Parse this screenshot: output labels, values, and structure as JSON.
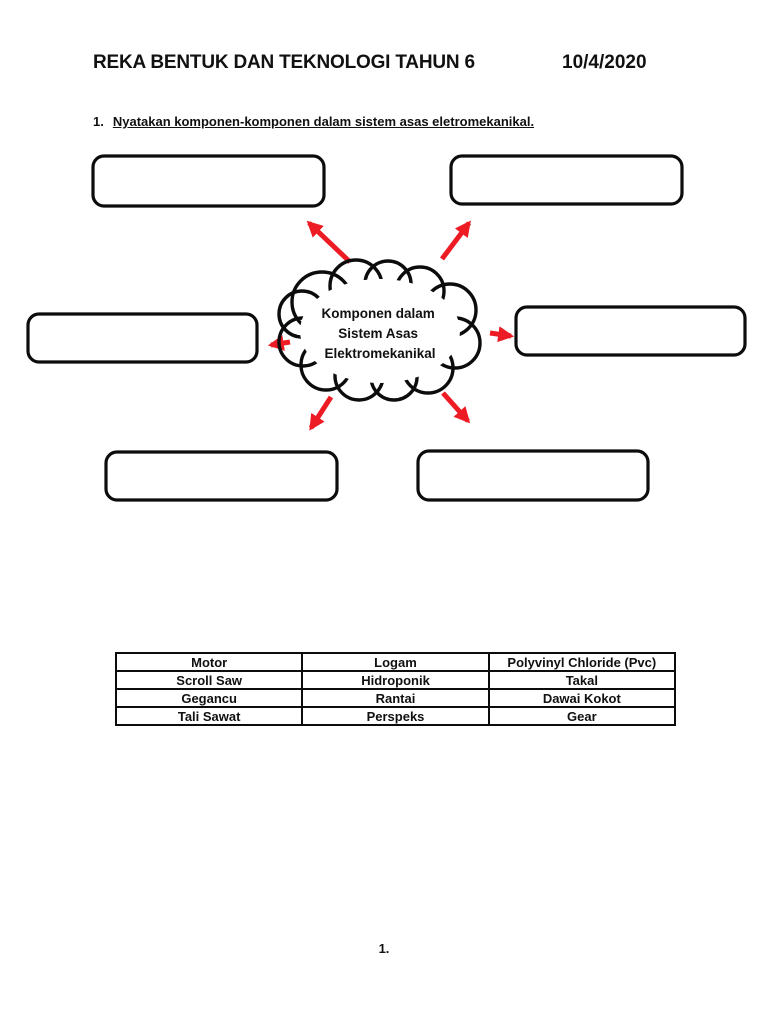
{
  "document": {
    "header": {
      "title": "REKA BENTUK DAN TEKNOLOGI TAHUN 6",
      "date": "10/4/2020"
    },
    "question": {
      "number": "1.",
      "text": "Nyatakan komponen-komponen dalam sistem asas eletromekanikal."
    },
    "mindmap": {
      "center_lines": [
        "Komponen dalam",
        "Sistem Asas",
        "Elektromekanikal"
      ],
      "arrow_color": "#ed1c24",
      "outline_color": "#0c0c0c",
      "blank_box_count": 6
    },
    "word_table": {
      "rows": [
        [
          "Motor",
          "Logam",
          "Polyvinyl Chloride (Pvc)"
        ],
        [
          "Scroll Saw",
          "Hidroponik",
          "Takal"
        ],
        [
          "Gegancu",
          "Rantai",
          "Dawai Kokot"
        ],
        [
          "Tali Sawat",
          "Perspeks",
          "Gear"
        ]
      ]
    },
    "footer": {
      "page_number": "1."
    }
  }
}
